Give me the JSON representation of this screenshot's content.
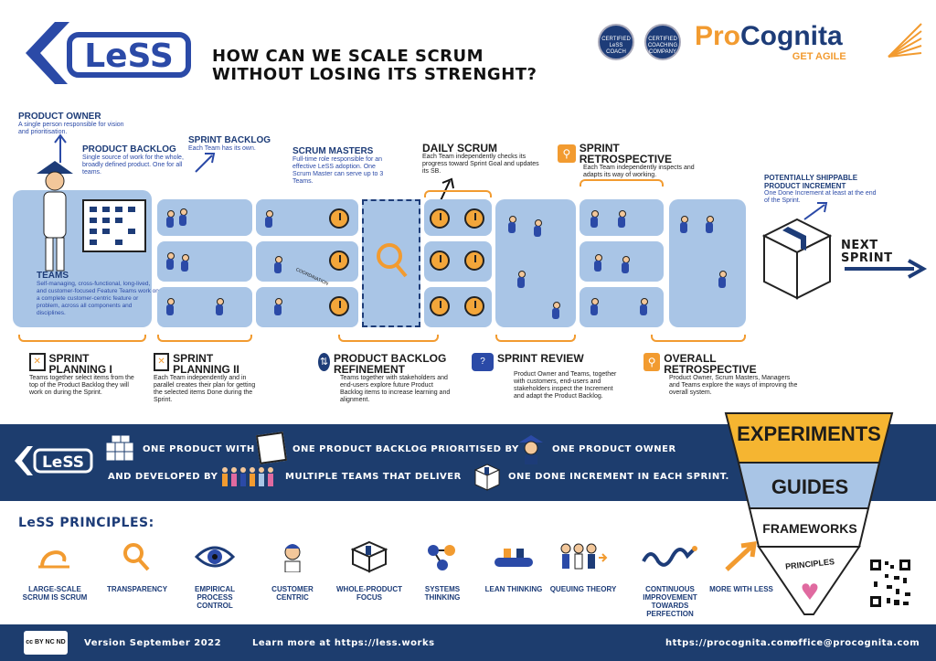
{
  "header": {
    "logo_text": "LeSS",
    "title_line1": "HOW CAN WE SCALE SCRUM",
    "title_line2": "WITHOUT LOSING ITS STRENGHT?",
    "badge1": "CERTIFIED LeSS COACH",
    "badge2": "CERTIFIED COACHING COMPANY",
    "brand_pro": "Pro",
    "brand_cognita": "Cognita",
    "brand_tagline": "GET AGILE"
  },
  "roles": {
    "product_owner": {
      "title": "PRODUCT OWNER",
      "text": "A single person responsible for vision and prioritisation."
    },
    "product_backlog": {
      "title": "PRODUCT BACKLOG",
      "text": "Single source of work for the whole, broadly defined product. One for all teams."
    },
    "sprint_backlog": {
      "title": "SPRINT BACKLOG",
      "text": "Each Team has its own."
    },
    "scrum_masters": {
      "title": "SCRUM MASTERS",
      "text": "Full-time role responsible for an effective LeSS adoption. One Scrum Master can serve up to 3 Teams."
    },
    "daily_scrum": {
      "title": "DAILY SCRUM",
      "text": "Each Team independently checks its progress toward Sprint Goal and updates its SB."
    },
    "sprint_retrospective": {
      "title": "SPRINT RETROSPECTIVE",
      "text": "Each Team independently inspects and adapts its way of working."
    },
    "increment": {
      "title": "POTENTIALLY SHIPPABLE PRODUCT INCREMENT",
      "text": "One Done Increment at least at the end of the Sprint."
    },
    "teams": {
      "title": "TEAMS",
      "text": "Self-managing, cross-functional, long-lived, and customer-focused Feature Teams work on a complete customer-centric feature or problem, across all components and disciplines."
    },
    "next_sprint": "NEXT SPRINT",
    "coordination": "COORDINATION"
  },
  "events": {
    "planning1": {
      "title": "SPRINT PLANNING I",
      "text": "Teams together select items from the top of the Product Backlog they will work on during the Sprint."
    },
    "planning2": {
      "title": "SPRINT PLANNING II",
      "text": "Each Team independently and in parallel creates their plan for getting the selected items Done during the Sprint."
    },
    "refinement": {
      "title": "PRODUCT BACKLOG REFINEMENT",
      "text": "Teams together with stakeholders and end-users explore future Product Backlog items to increase learning and alignment."
    },
    "review": {
      "title": "SPRINT REVIEW",
      "text": "Product Owner and Teams, together with customers, end-users and stakeholders inspect the Increment and adapt the Product Backlog."
    },
    "overall_retro": {
      "title": "OVERALL RETROSPECTIVE",
      "text": "Product Owner, Scrum Masters, Managers and Teams explore the ways of improving the overall system."
    }
  },
  "banner": {
    "logo": "LeSS",
    "p1": "ONE PRODUCT WITH",
    "p2": "ONE PRODUCT BACKLOG PRIORITISED BY",
    "p3": "ONE PRODUCT OWNER",
    "p4": "AND DEVELOPED BY",
    "p5": "MULTIPLE TEAMS THAT DELIVER",
    "p6": "ONE DONE INCREMENT IN EACH SPRINT."
  },
  "funnel": {
    "experiments": "EXPERIMENTS",
    "guides": "GUIDES",
    "frameworks": "FRAMEWORKS",
    "principles": "PRINCIPLES"
  },
  "principles": {
    "title": "LeSS PRINCIPLES:",
    "items": [
      {
        "label": "LARGE-SCALE SCRUM IS SCRUM",
        "icon": "loop-arrow-icon"
      },
      {
        "label": "TRANSPARENCY",
        "icon": "magnifier-icon"
      },
      {
        "label": "EMPIRICAL PROCESS CONTROL",
        "icon": "eye-icon"
      },
      {
        "label": "CUSTOMER CENTRIC",
        "icon": "customer-icon"
      },
      {
        "label": "WHOLE-PRODUCT FOCUS",
        "icon": "box-icon"
      },
      {
        "label": "SYSTEMS THINKING",
        "icon": "nodes-icon"
      },
      {
        "label": "LEAN THINKING",
        "icon": "conveyor-icon"
      },
      {
        "label": "QUEUING THEORY",
        "icon": "queue-icon"
      },
      {
        "label": "CONTINUOUS IMPROVEMENT TOWARDS PERFECTION",
        "icon": "wave-icon"
      },
      {
        "label": "MORE WITH LESS",
        "icon": "arrow-up-icon"
      }
    ]
  },
  "footer": {
    "license": "cc BY NC ND",
    "version": "Version September 2022",
    "learn": "Learn more at https://less.works",
    "site": "https://procognita.com",
    "email": "office@procognita.com"
  },
  "colors": {
    "navy": "#1d3d6e",
    "blue": "#2b4aa7",
    "light_blue": "#a9c5e6",
    "orange": "#f29b30",
    "yellow": "#f5b531"
  }
}
